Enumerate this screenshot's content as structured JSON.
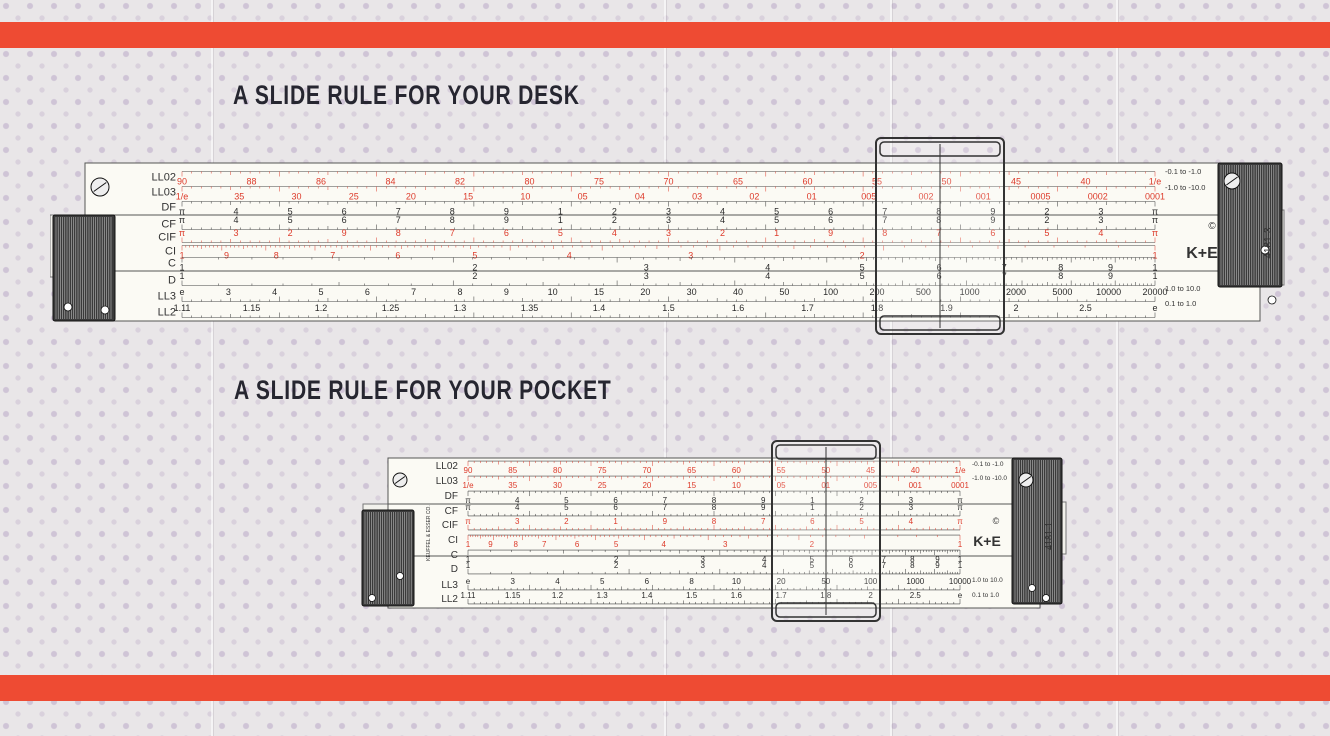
{
  "headings": {
    "desk": "A SLIDE RULE FOR YOUR DESK",
    "pocket": "A SLIDE RULE FOR YOUR POCKET"
  },
  "colors": {
    "stripe": "#ee4b33",
    "scale_red": "#dd3a2a",
    "scale_black": "#2a2a2a",
    "rule_body": "#fbfaf4"
  },
  "desk_rule": {
    "scales": [
      "LL02",
      "LL03",
      "DF",
      "CF",
      "CIF",
      "CI",
      "C",
      "D",
      "LL3",
      "LL2"
    ],
    "red_scales": [
      "LL02",
      "LL03",
      "CIF",
      "CI"
    ],
    "ll02_values": [
      "90",
      "88",
      "86",
      "84",
      "82",
      "80",
      "75",
      "70",
      "65",
      "60",
      "55",
      "50",
      "45",
      "40",
      "1/e"
    ],
    "ll03_values": [
      "1/e",
      "35",
      "30",
      "25",
      "20",
      "15",
      "10",
      "05",
      "04",
      "03",
      "02",
      "01",
      "005",
      "002",
      "001",
      "0005",
      "0002",
      "0001"
    ],
    "df_values": [
      "π",
      "4",
      "5",
      "6",
      "7",
      "8",
      "9",
      "1",
      "2",
      "3",
      "4",
      "5",
      "6",
      "7",
      "8",
      "9",
      "2",
      "3",
      "π"
    ],
    "c_values": [
      "1",
      "2",
      "3",
      "4",
      "5",
      "6",
      "7",
      "8",
      "9",
      "1"
    ],
    "ll3_values": [
      "e",
      "3",
      "4",
      "5",
      "6",
      "7",
      "8",
      "9",
      "10",
      "15",
      "20",
      "30",
      "40",
      "50",
      "100",
      "200",
      "500",
      "1000",
      "2000",
      "5000",
      "10000",
      "20000"
    ],
    "ll2_values": [
      "1.11",
      "1.15",
      "1.2",
      "1.25",
      "1.3",
      "1.35",
      "1.4",
      "1.5",
      "1.6",
      "1.7",
      "1.8",
      "1.9",
      "2",
      "2.5",
      "e"
    ],
    "right_notes": [
      "-0.1 to -1.0",
      "-1.0 to -10.0",
      "1.0 to 10.0",
      "0.1 to 1.0"
    ],
    "brand": "K+E",
    "copyright": "©",
    "model": "4181-3"
  },
  "pocket_rule": {
    "scales": [
      "LL02",
      "LL03",
      "DF",
      "CF",
      "CIF",
      "CI",
      "C",
      "D",
      "LL3",
      "LL2"
    ],
    "red_scales": [
      "LL02",
      "LL03",
      "CIF",
      "CI"
    ],
    "ll02_values": [
      "90",
      "85",
      "80",
      "75",
      "70",
      "65",
      "60",
      "55",
      "50",
      "45",
      "40",
      "1/e"
    ],
    "ll03_values": [
      "1/e",
      "35",
      "30",
      "25",
      "20",
      "15",
      "10",
      "05",
      "01",
      "005",
      "001",
      "0001"
    ],
    "df_values": [
      "π",
      "4",
      "5",
      "6",
      "7",
      "8",
      "9",
      "1",
      "2",
      "3",
      "π"
    ],
    "c_values": [
      "1",
      "2",
      "3",
      "4",
      "5",
      "6",
      "7",
      "8",
      "9",
      "1"
    ],
    "ll3_values": [
      "e",
      "3",
      "4",
      "5",
      "6",
      "8",
      "10",
      "20",
      "50",
      "100",
      "1000",
      "10000"
    ],
    "ll2_values": [
      "1.11",
      "1.15",
      "1.2",
      "1.3",
      "1.4",
      "1.5",
      "1.6",
      "1.7",
      "1.8",
      "2",
      "2.5",
      "e"
    ],
    "right_notes": [
      "-0.1 to -1.0",
      "-1.0 to -10.0",
      "1.0 to 10.0",
      "0.1 to 1.0"
    ],
    "maker": "KEUFFEL & ESSER CO.",
    "brand": "K+E",
    "copyright": "©",
    "model": "4181-1"
  }
}
